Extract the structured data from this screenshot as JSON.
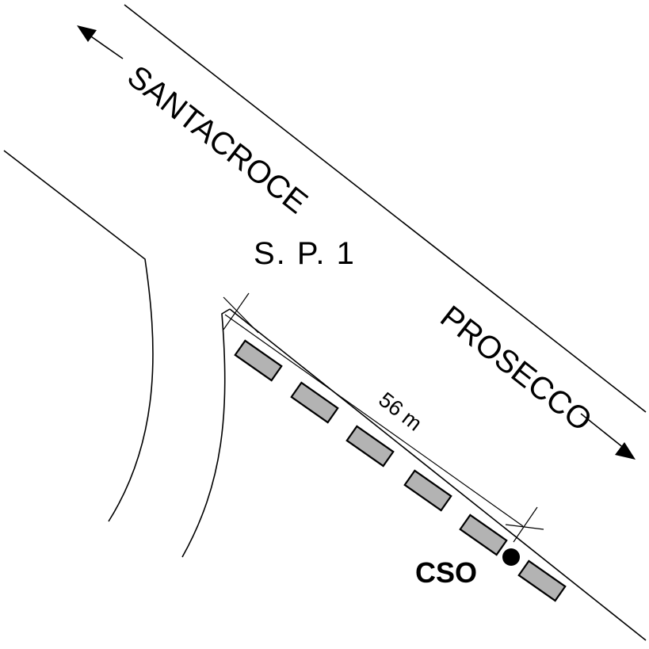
{
  "roads": {
    "santacroce": "SANTACROCE",
    "prosecco": "PROSECCO",
    "provincial_road": "S. P. 1"
  },
  "measurement": {
    "distance": "56 m"
  },
  "outfall": {
    "label": "CSO"
  },
  "colors": {
    "slab_fill": "#b3b3b3",
    "line": "#000000"
  }
}
